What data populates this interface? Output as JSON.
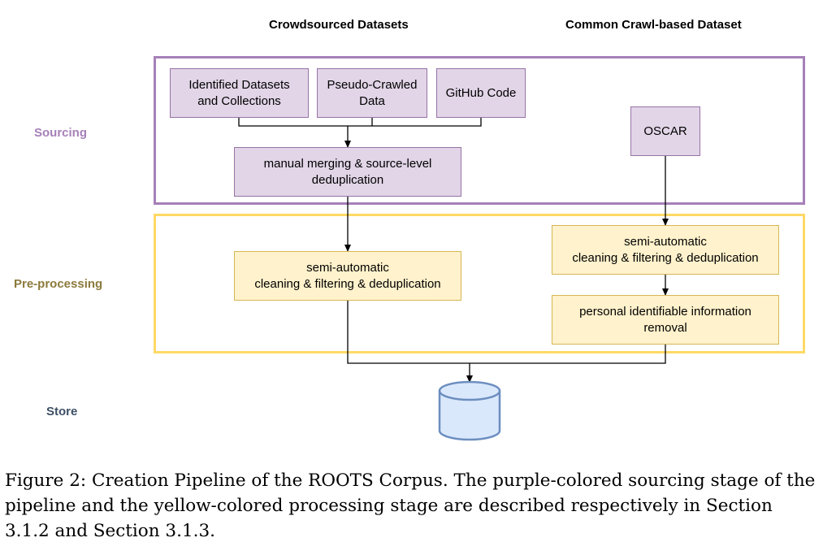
{
  "columns": {
    "crowdsourced": "Crowdsourced Datasets",
    "common_crawl": "Common Crawl-based Dataset"
  },
  "stages": {
    "sourcing": {
      "label": "Sourcing",
      "color": "#a680b8",
      "frame_color": "#a680b8"
    },
    "preprocessing": {
      "label": "Pre-processing",
      "color": "#8c7a3c",
      "frame_color": "#ffd966"
    },
    "store": {
      "label": "Store",
      "color": "#3d4f66"
    }
  },
  "nodes": {
    "identified_datasets": "Identified Datasets\nand Collections",
    "pseudo_crawled": "Pseudo-Crawled\nData",
    "github_code": "GitHub Code",
    "oscar": "OSCAR",
    "manual_merging": "manual merging & source-level\ndeduplication",
    "semi_auto_left": "semi-automatic\ncleaning & filtering & deduplication",
    "semi_auto_right": "semi-automatic\ncleaning & filtering & deduplication",
    "pii_removal": "personal identifiable information\nremoval"
  },
  "store_icon": {
    "name": "database-cylinder",
    "fill": "#dae8fc",
    "stroke": "#6c8ebf"
  },
  "caption": "Figure 2: Creation Pipeline of the ROOTS Corpus. The purple-colored sourcing stage of the pipeline and the yellow-colored processing stage are described respectively in Section 3.1.2 and Section 3.1.3."
}
